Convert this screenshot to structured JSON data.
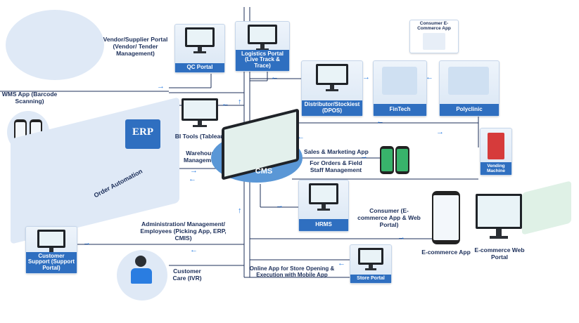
{
  "nodes": {
    "vendor_portal": "Vendor/Supplier Portal (Vendor/ Tender Management)",
    "qc_portal": "QC Portal",
    "logistics_portal": "Logistics Portal (Live Track & Trace)",
    "consumer_ecommerce_app": "Consumer E-Commerce App",
    "wms_app": "WMS App (Barcode Scanning)",
    "erp": "ERP",
    "bi_tools": "BI Tools (Tableau)",
    "warehouse_management": "Warehouse Management",
    "order_automation": "Order Automation",
    "distributor": "Distributor/Stockiest (DPOS)",
    "fintech": "FinTech",
    "polyclinic": "Polyclinic",
    "cms": "CMS",
    "sales_marketing": "Sales & Marketing App",
    "orders_field_staff": "For Orders & Field Staff Management",
    "vending_machine": "Vending Machine",
    "hrms": "HRMS",
    "consumer": "Consumer (E-commerce App & Web Portal)",
    "ecommerce_app": "E-commerce App",
    "ecommerce_web_portal": "E-commerce Web Portal",
    "administration": "Administration/ Management/ Employees (Picking App, ERP, CMIS)",
    "customer_support": "Customer Support (Support Portal)",
    "customer_care": "Customer Care (IVR)",
    "online_app": "Online App for Store Opening & Execution with Mobile App",
    "store_portal": "Store Portal"
  },
  "colors": {
    "accent": "#2f6fc0",
    "line": "#1c2f5a",
    "arrow": "#2a7de1",
    "green": "#2e9e57"
  }
}
